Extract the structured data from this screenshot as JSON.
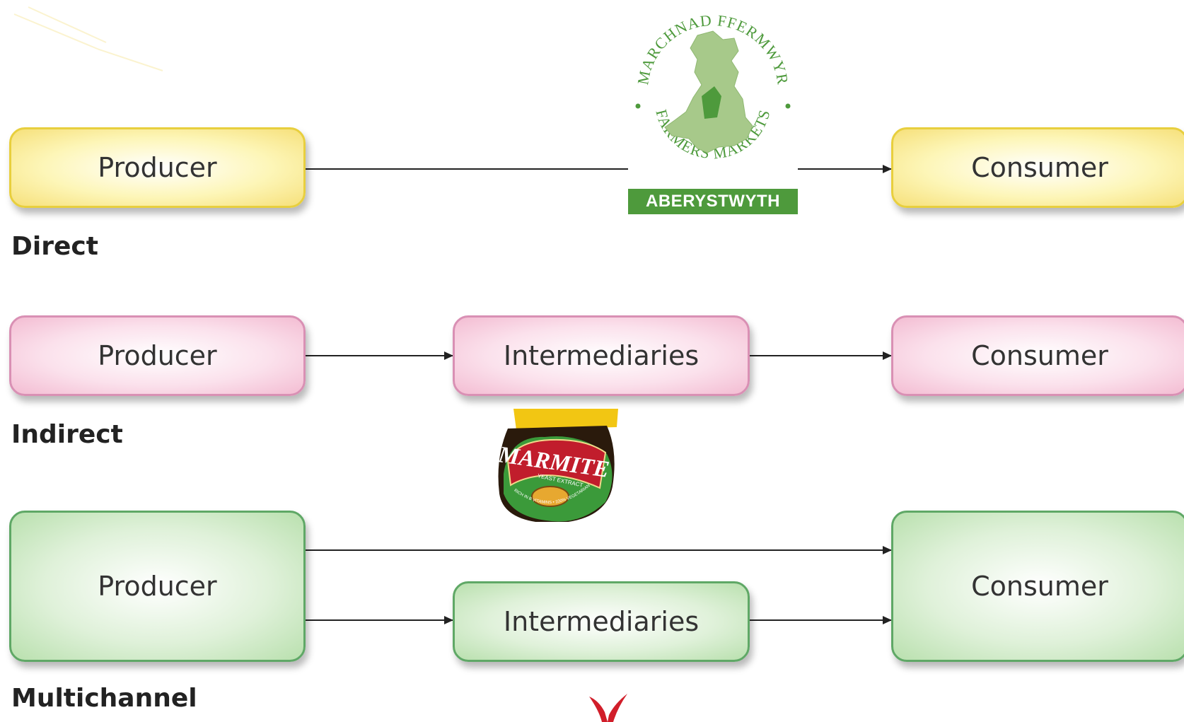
{
  "rows": {
    "direct": {
      "label": "Direct",
      "producer": "Producer",
      "consumer": "Consumer"
    },
    "indirect": {
      "label": "Indirect",
      "producer": "Producer",
      "intermediaries": "Intermediaries",
      "consumer": "Consumer"
    },
    "multichannel": {
      "label": "Multichannel",
      "producer": "Producer",
      "intermediaries": "Intermediaries",
      "consumer": "Consumer"
    }
  },
  "logos": {
    "farmers_market": {
      "ring_top": "MARCHNAD FFERMWYR",
      "ring_bottom": "FARMERS MARKETS",
      "banner": "ABERYSTWYTH"
    },
    "marmite": {
      "brand": "MARMITE",
      "subtitle": "YEAST EXTRACT",
      "band": "RICH IN B VITAMINS • 100% VEGETARIAN"
    }
  },
  "colors": {
    "direct": "#f6e07a",
    "indirect": "#f3bcd2",
    "multichannel": "#b9e0ae",
    "logo_green": "#4e9a3c"
  }
}
